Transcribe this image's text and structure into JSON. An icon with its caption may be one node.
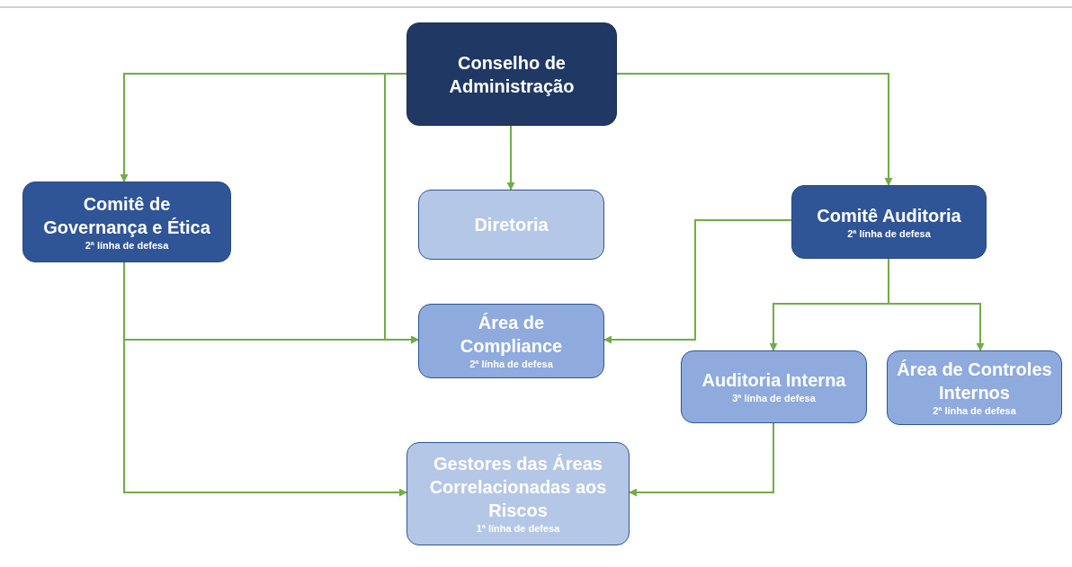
{
  "diagram": {
    "nodes": [
      {
        "text": [
          "Conselho de Administração"
        ]
      },
      {
        "text": [
          "Comitê de Governança e Ética",
          "2ª línha de defesa"
        ]
      },
      {
        "text": [
          "Diretoria"
        ]
      },
      {
        "text": [
          "Comitê Auditoria",
          "2ª línha de defesa"
        ]
      },
      {
        "text": [
          "Área de Compliance",
          "2ª línha de defesa"
        ]
      },
      {
        "text": [
          "Auditoria Interna",
          "3ª línha de defesa"
        ]
      },
      {
        "text": [
          "Área de Controles Internos",
          "2ª línha de defesa"
        ]
      },
      {
        "text": [
          "Gestores das Áreas Correlacionadas aos Riscos",
          "1ª línha de defesa"
        ]
      }
    ],
    "edges": [
      {
        "from": 0,
        "to": 1,
        "arrow": "to"
      },
      {
        "from": 0,
        "to": 4,
        "arrow": "to"
      },
      {
        "from": 0,
        "to": 2,
        "arrow": "to"
      },
      {
        "from": 0,
        "to": 3,
        "arrow": "to"
      },
      {
        "from": 1,
        "to": 4,
        "arrow": "to"
      },
      {
        "from": 1,
        "to": 7,
        "arrow": "to"
      },
      {
        "from": 3,
        "to": 4,
        "arrow": "to"
      },
      {
        "from": 3,
        "to": 5,
        "arrow": "to"
      },
      {
        "from": 3,
        "to": 6,
        "arrow": "to"
      },
      {
        "from": 5,
        "to": 7,
        "arrow": "to"
      }
    ]
  }
}
